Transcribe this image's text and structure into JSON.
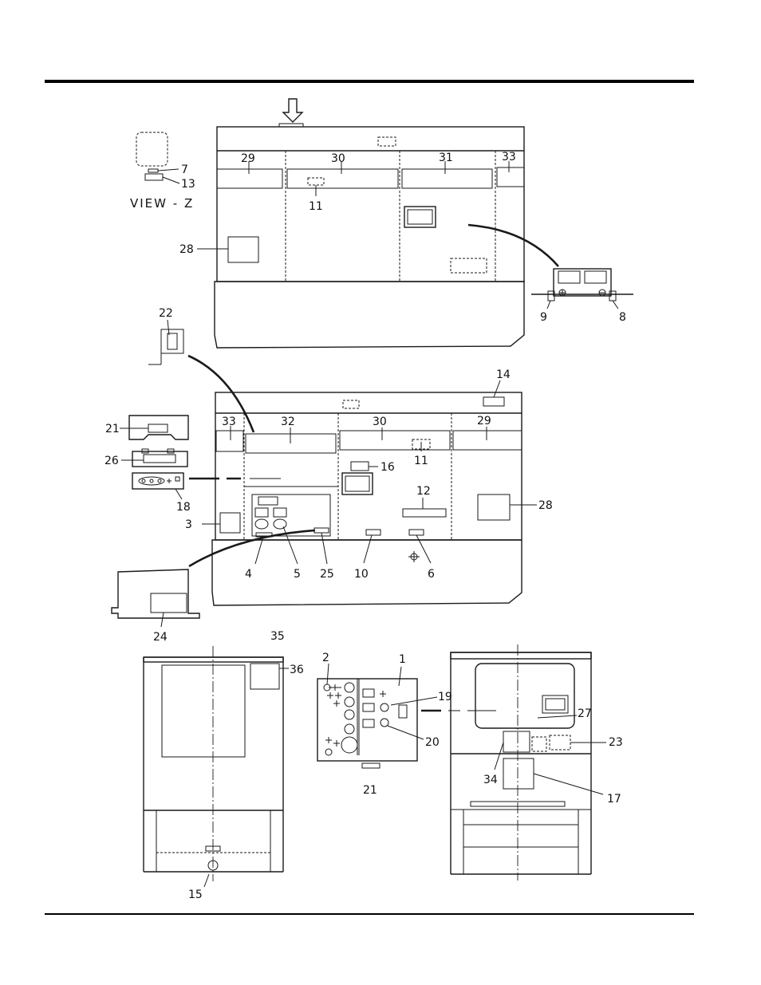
{
  "view_caption": "VIEW - Z",
  "callouts": {
    "top": [
      "29",
      "30",
      "31",
      "33",
      "11",
      "28",
      "7",
      "13",
      "9",
      "8"
    ],
    "middle": [
      "22",
      "14",
      "33",
      "32",
      "30",
      "29",
      "21",
      "26",
      "18",
      "16",
      "11",
      "12",
      "28",
      "3",
      "4",
      "5",
      "25",
      "10",
      "6",
      "24"
    ],
    "bottom": [
      "35",
      "36",
      "15",
      "2",
      "1",
      "19",
      "20",
      "21",
      "27",
      "23",
      "34",
      "17"
    ]
  }
}
